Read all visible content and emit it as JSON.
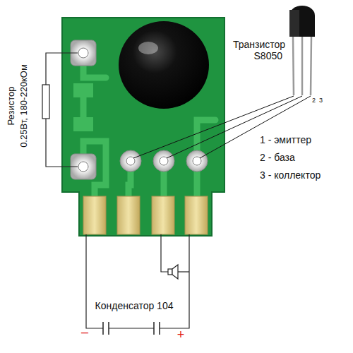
{
  "diagram": {
    "labels": [
      "Транзистор S8050",
      "1 - эмиттер",
      "2 - база",
      "3 - коллектор",
      "2",
      "3",
      "Резистор",
      "0.25Вт, 180-220кОм",
      "Конденсатор 104",
      "–",
      "+"
    ]
  }
}
